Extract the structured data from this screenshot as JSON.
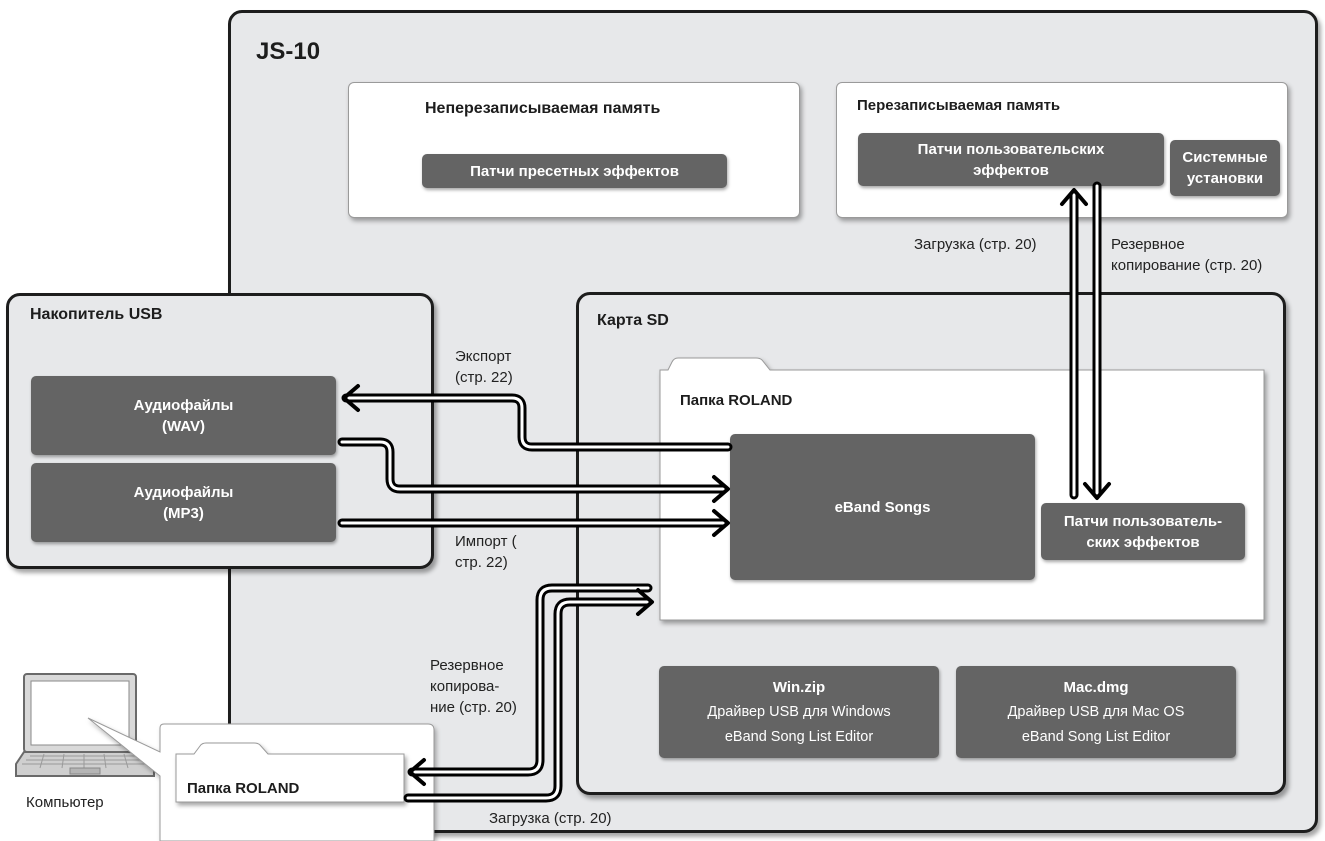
{
  "device": {
    "title": "JS-10"
  },
  "rom": {
    "title": "Неперезаписываемая память",
    "preset_patches": "Патчи пресетных эффектов"
  },
  "ram": {
    "title": "Перезаписываемая память",
    "user_patches": "Патчи пользовательских\nэффектов",
    "system": "Системные\nустановки"
  },
  "usb": {
    "title": "Накопитель USB",
    "wav": "Аудиофайлы\n(WAV)",
    "mp3": "Аудиофайлы\n(MP3)"
  },
  "sd": {
    "title": "Карта SD",
    "roland_folder": "Папка ROLAND",
    "eband_songs": "eBand Songs",
    "user_patches": "Патчи пользователь-\nских эффектов",
    "win": {
      "name": "Win.zip",
      "line1": "Драйвер USB для Windows",
      "line2": "eBand Song List Editor"
    },
    "mac": {
      "name": "Mac.dmg",
      "line1": "Драйвер USB для Mac OS",
      "line2": "eBand Song List Editor"
    }
  },
  "computer": {
    "label": "Компьютер",
    "folder": "Папка ROLAND"
  },
  "arrows": {
    "export": "Экспорт\n(стр. 22)",
    "import": "Импорт (\nстр. 22)",
    "load_top": "Загрузка (стр. 20)",
    "backup_top": "Резервное\nкопирование (стр. 20)",
    "backup_pc": "Резервное\nкопирова-\nние (стр. 20)",
    "load_pc": "Загрузка (стр. 20)"
  }
}
